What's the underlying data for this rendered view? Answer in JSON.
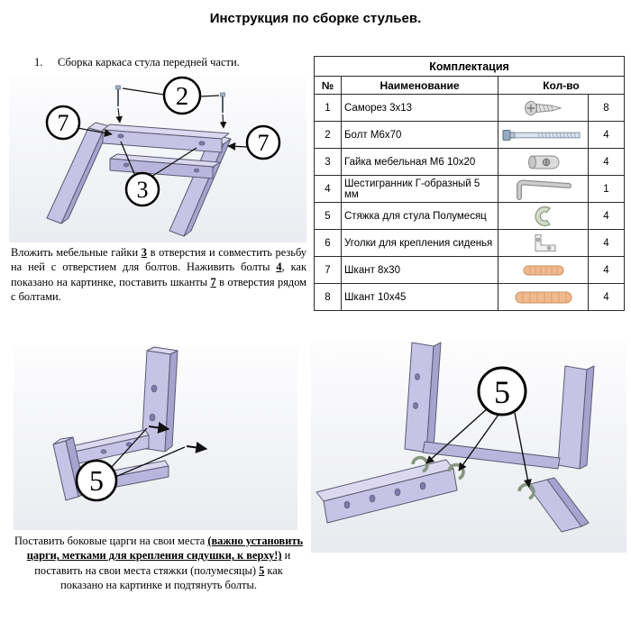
{
  "title": "Инструкция по сборке стульев.",
  "step1": {
    "number": "1.",
    "heading": "Сборка каркаса стула передней части.",
    "callouts": [
      "2",
      "7",
      "3",
      "7"
    ],
    "text": {
      "p1": "Вложить мебельные гайки ",
      "n1": "3",
      "p2": " в отверстия и совместить резьбу на ней с отверстием для болтов. Наживить болты ",
      "n2": "4",
      "p3": ", как показано на картинке, поставить шканты ",
      "n3": "7",
      "p4": " в отверстия рядом с болтами."
    }
  },
  "parts_table": {
    "title": "Комплектация",
    "col_num": "№",
    "col_name": "Наименование",
    "col_qty": "Кол-во",
    "rows": [
      {
        "num": "1",
        "name": "Саморез 3х13",
        "icon": "screw-icon",
        "qty": "8"
      },
      {
        "num": "2",
        "name": "Болт  М6х70",
        "icon": "bolt-icon",
        "qty": "4"
      },
      {
        "num": "3",
        "name": "Гайка мебельная М6 10х20",
        "icon": "barrel-nut-icon",
        "qty": "4"
      },
      {
        "num": "4",
        "name": "Шестигранник Г-образный 5 мм",
        "icon": "allen-key-icon",
        "qty": "1"
      },
      {
        "num": "5",
        "name": "Стяжка для стула Полумесяц",
        "icon": "half-moon-bracket-icon",
        "qty": "4"
      },
      {
        "num": "6",
        "name": "Уголки для крепления сиденья",
        "icon": "corner-bracket-icon",
        "qty": "4"
      },
      {
        "num": "7",
        "name": "Шкант 8х30",
        "icon": "dowel-small-icon",
        "qty": "4"
      },
      {
        "num": "8",
        "name": "Шкант 10х45",
        "icon": "dowel-large-icon",
        "qty": "4"
      }
    ]
  },
  "step2": {
    "callout": "5",
    "text": {
      "p1": "Поставить боковые царги на свои места ",
      "b1": "(важно установить царги, метками для крепления сидушки, к верху!)",
      "p2": " и поставить на свои места стяжки (полумесяцы) ",
      "n1": "5",
      "p3": " как показано на картинке и подтянуть болты."
    }
  },
  "step3": {
    "callout": "5"
  },
  "colors": {
    "frame_lavender": "#c7c3e6",
    "frame_shadow": "#a7a3cf",
    "dowel_tan": "#f0b98e",
    "bracket_green": "#d2dccb"
  }
}
